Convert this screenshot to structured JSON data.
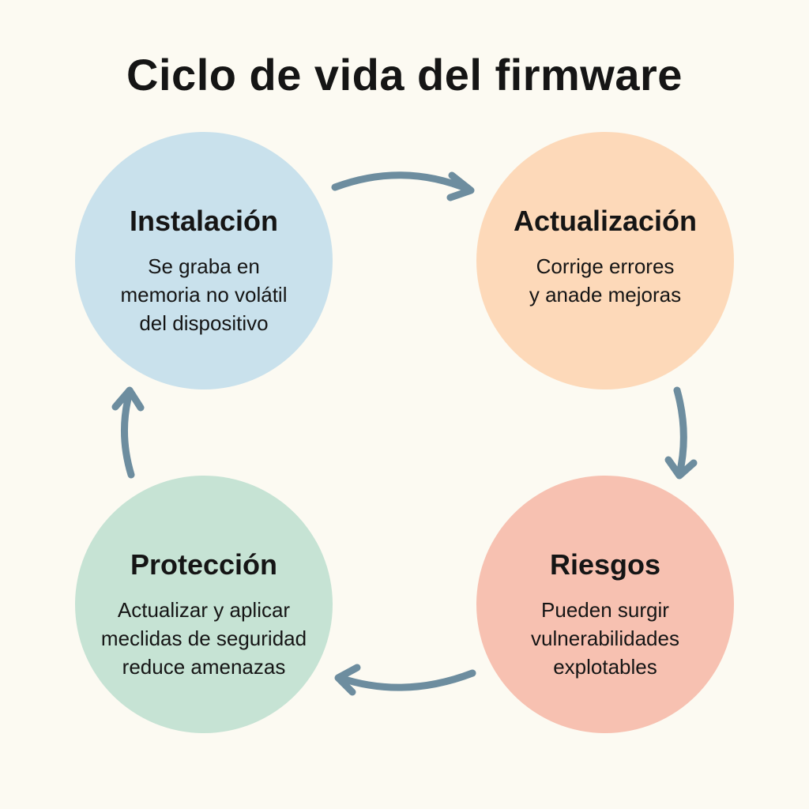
{
  "title": "Ciclo de vida del firmware",
  "colors": {
    "background": "#fcfaf2",
    "arrow": "#6d8d9f",
    "instalacion": "#c9e1ec",
    "actualizacion": "#fdd9b9",
    "riesgos": "#f7c1b1",
    "proteccion": "#c6e3d4"
  },
  "stages": [
    {
      "title": "Instalación",
      "text": "Se graba en\nmemoria no volátil\ndel dispositivo"
    },
    {
      "title": "Actualización",
      "text": "Corrige errores\ny anade mejoras"
    },
    {
      "title": "Riesgos",
      "text": "Pueden surgir\nvulnerabilidades\nexplotables"
    },
    {
      "title": "Protección",
      "text": "Actualizar y aplicar\nmeclidas de seguridad\nreduce amenazas"
    }
  ]
}
